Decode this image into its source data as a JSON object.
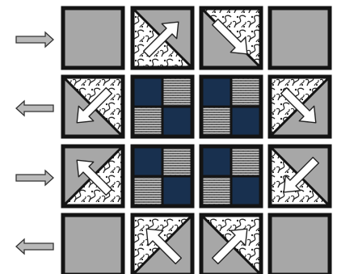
{
  "colors": {
    "gray": "#a7a7a7",
    "border": "#141414",
    "navy": "#18304f",
    "arrow_fill": "#ffffff",
    "side_arrow_fill": "#b9b9b9",
    "swirl": "#2a2a2a",
    "texture_light": "#d4d4d4",
    "texture_dark": "#2f2f2f"
  },
  "row_arrows": [
    "right",
    "left",
    "right",
    "left"
  ],
  "tiles": [
    [
      {
        "kind": "plain"
      },
      {
        "kind": "diag",
        "pattern_corner": "bl",
        "arrow": "ne",
        "shade": "tr-gray"
      },
      {
        "kind": "diag",
        "pattern_corner": "tr",
        "arrow": "se",
        "shade": "bl-gray"
      },
      {
        "kind": "plain"
      }
    ],
    [
      {
        "kind": "diag",
        "pattern_corner": "tr",
        "arrow": "sw",
        "shade": "bl-gray"
      },
      {
        "kind": "checker",
        "dark_cells": [
          "tl",
          "br"
        ]
      },
      {
        "kind": "checker",
        "dark_cells": [
          "tl",
          "br"
        ]
      },
      {
        "kind": "diag",
        "pattern_corner": "tl",
        "arrow": "se",
        "shade": "br-gray"
      }
    ],
    [
      {
        "kind": "diag",
        "pattern_corner": "br",
        "arrow": "nw",
        "shade": "tl-gray"
      },
      {
        "kind": "checker",
        "dark_cells": [
          "tl",
          "br"
        ]
      },
      {
        "kind": "checker",
        "dark_cells": [
          "tl",
          "br"
        ]
      },
      {
        "kind": "diag",
        "pattern_corner": "bl",
        "arrow": "sw",
        "shade": "tr-gray"
      }
    ],
    [
      {
        "kind": "plain"
      },
      {
        "kind": "diag",
        "pattern_corner": "tl",
        "arrow": "nw",
        "shade": "br-gray"
      },
      {
        "kind": "diag",
        "pattern_corner": "tr",
        "arrow": "ne",
        "shade": "bl-gray"
      },
      {
        "kind": "plain"
      }
    ]
  ]
}
